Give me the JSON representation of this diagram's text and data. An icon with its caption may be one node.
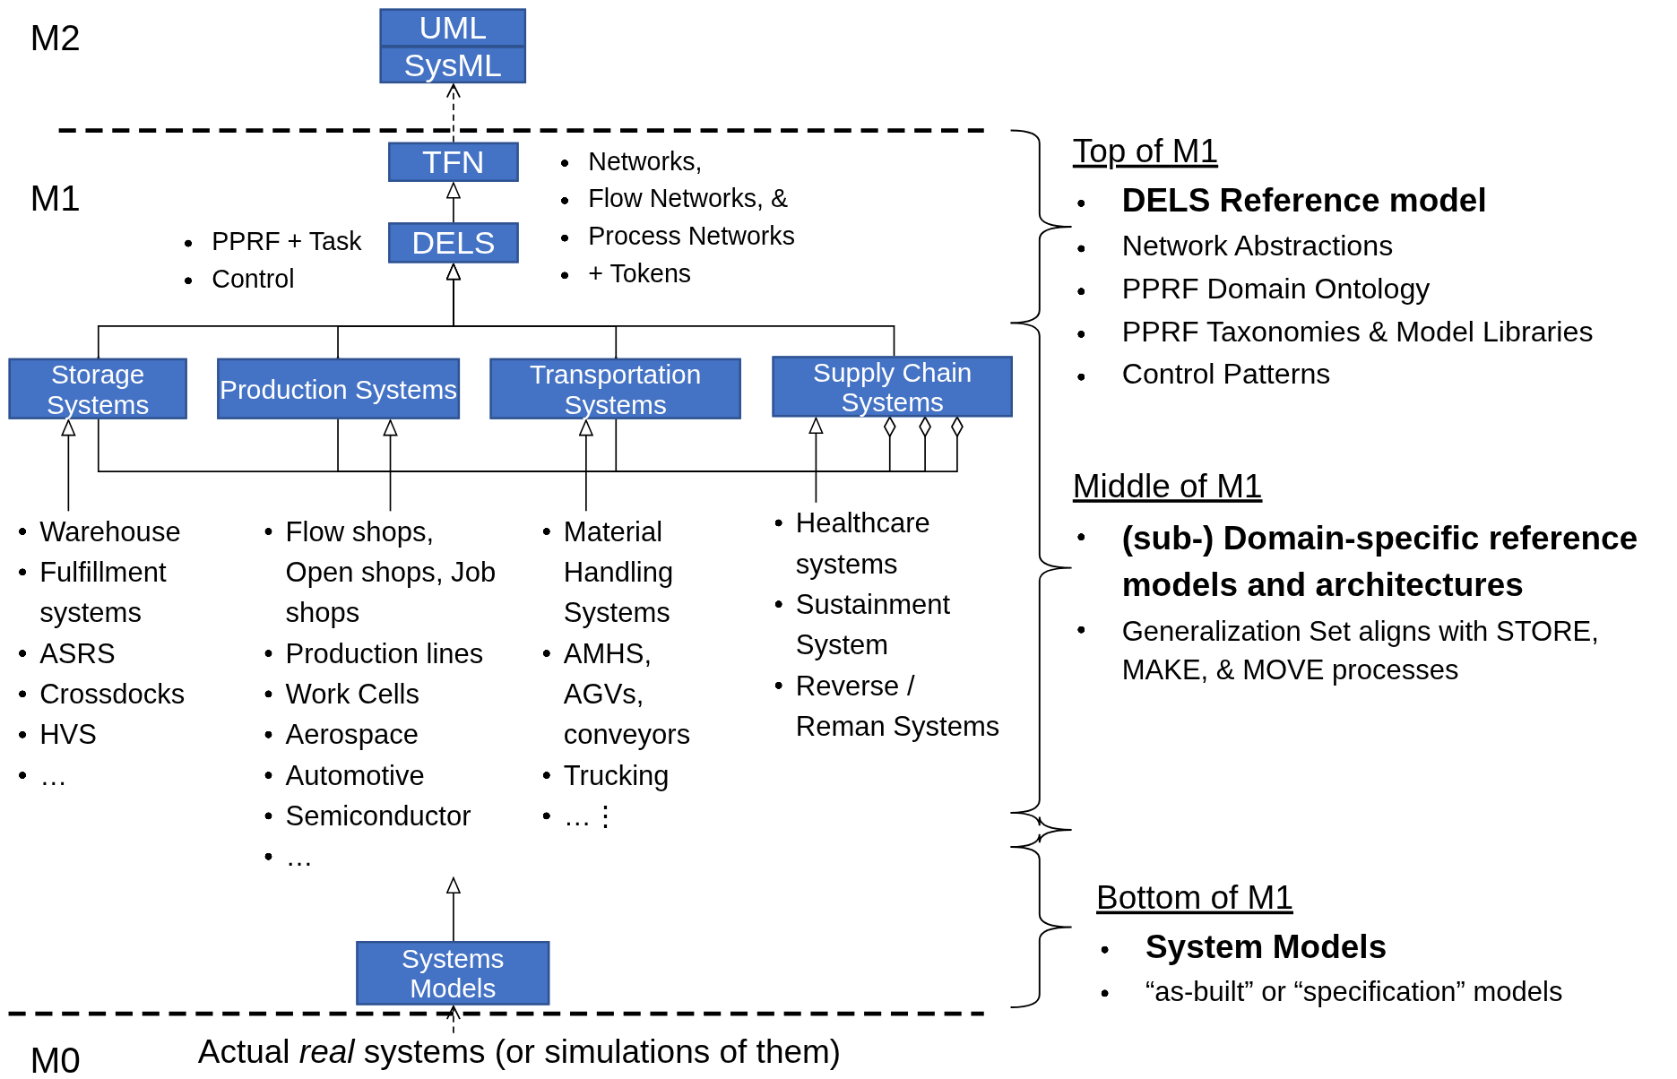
{
  "diagram": {
    "nodes": [
      {
        "text": [
          "UML",
          "SysML"
        ]
      },
      {
        "text": [
          "TFN"
        ]
      },
      {
        "text": [
          "DELS"
        ]
      },
      {
        "text": [
          "Storage Systems"
        ]
      },
      {
        "text": [
          "Production Systems"
        ]
      },
      {
        "text": [
          "Transportation Systems"
        ]
      },
      {
        "text": [
          "Supply Chain Systems"
        ]
      },
      {
        "text": [
          "Systems Models"
        ]
      },
      {
        "text": [
          "Warehouse",
          "Fulfillment systems",
          "ASRS",
          "Crossdocks",
          "HVS",
          "…"
        ]
      },
      {
        "text": [
          "Flow shops, Open shops, Job shops",
          "Production lines",
          "Work Cells",
          "Aerospace",
          "Automotive",
          "Semiconductor",
          "…"
        ]
      },
      {
        "text": [
          "Material Handling Systems",
          "AMHS, AGVs, conveyors",
          "Trucking",
          "…⋮"
        ]
      },
      {
        "text": [
          "Healthcare systems",
          "Sustainment System",
          "Reverse / Reman Systems"
        ]
      },
      {
        "text": [
          "Actual *real* systems (or simulations of them)"
        ]
      }
    ],
    "edges": [
      {
        "from": 1,
        "to": 0,
        "arrow": "to",
        "style": "dashed"
      },
      {
        "from": 2,
        "to": 1,
        "arrow": "to"
      },
      {
        "from": 3,
        "to": 2,
        "arrow": "to"
      },
      {
        "from": 4,
        "to": 2,
        "arrow": "to"
      },
      {
        "from": 5,
        "to": 2,
        "arrow": "to"
      },
      {
        "from": 6,
        "to": 2,
        "arrow": "to"
      },
      {
        "from": 8,
        "to": 3,
        "arrow": "to"
      },
      {
        "from": 9,
        "to": 4,
        "arrow": "to"
      },
      {
        "from": 10,
        "to": 5,
        "arrow": "to"
      },
      {
        "from": 11,
        "to": 6,
        "arrow": "to"
      },
      {
        "from": 6,
        "to": 3,
        "arrow": "to"
      },
      {
        "from": 6,
        "to": 4,
        "arrow": "to"
      },
      {
        "from": 6,
        "to": 5,
        "arrow": "to"
      },
      {
        "from": 7,
        "to": 9,
        "arrow": "to"
      },
      {
        "from": 12,
        "to": 7,
        "arrow": "to",
        "style": "dashed"
      }
    ],
    "labels": [
      "M2",
      "M1",
      "Networks,",
      "Flow Networks, &",
      "Process Networks",
      "+ Tokens",
      "PPRF + Task",
      "Control",
      "Top of M1",
      "DELS Reference model",
      "Network Abstractions",
      "PPRF Domain Ontology",
      "PPRF Taxonomies & Model Libraries",
      "Control Patterns",
      "Middle of M1",
      "(sub-) Domain-specific reference models and architectures",
      "Generalization Set aligns with STORE, MAKE, & MOVE processes",
      "Bottom of M1",
      "System Models",
      "“as-built” or “specification” models",
      "M0"
    ]
  }
}
